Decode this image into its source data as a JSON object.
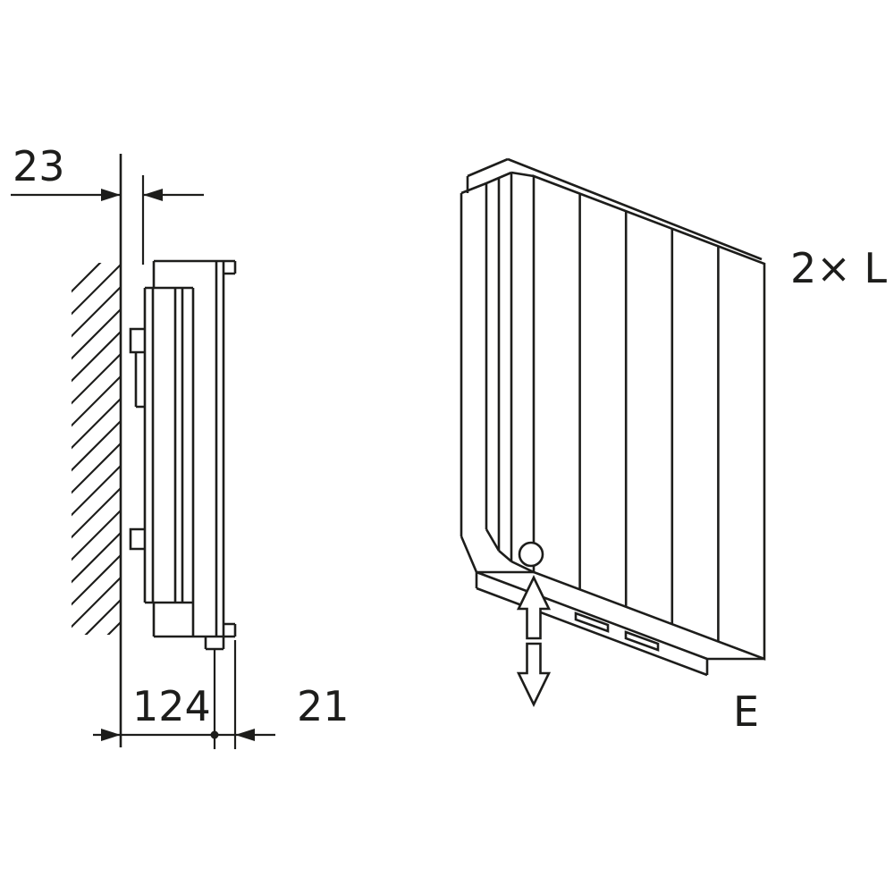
{
  "diagram": {
    "background_color": "#ffffff",
    "line_color": "#1d1d1b",
    "side_view": {
      "dim_top": "23",
      "dim_bottom_left": "124",
      "dim_bottom_right": "21"
    },
    "perspective_view": {
      "label_top_right": "2× L",
      "label_bottom_right": "E"
    },
    "icons": {
      "adjustment_arrow": "up-down-double-arrow",
      "valve": "drain-valve-circle",
      "wall": "hatched-wall-section"
    }
  }
}
